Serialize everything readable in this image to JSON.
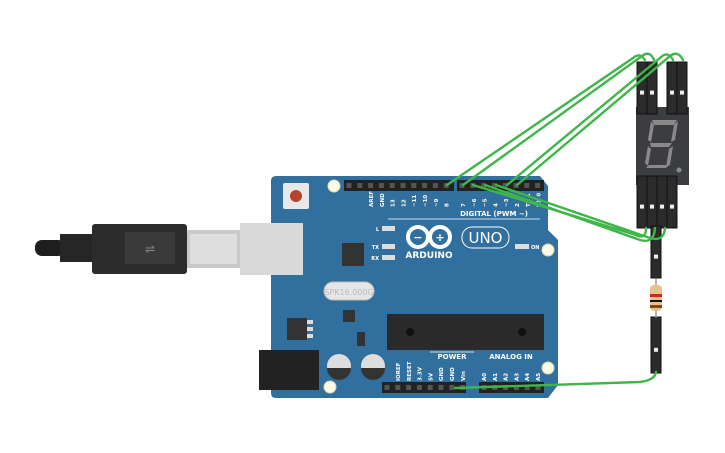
{
  "board": {
    "brand": "ARDUINO",
    "model": "UNO",
    "crystal": "SPK16.000G",
    "digital_header_label": "DIGITAL (PWM ~)",
    "power_label": "POWER",
    "analog_label": "ANALOG IN",
    "on_label": "ON",
    "led_labels": [
      "L",
      "TX",
      "RX"
    ],
    "digital_pins_left": [
      "AREF",
      "GND",
      "13",
      "12",
      "~11",
      "~10",
      "~9",
      "8"
    ],
    "digital_pins_right": [
      "7",
      "~6",
      "~5",
      "4",
      "~3",
      "2",
      "TX 1",
      "RX 0"
    ],
    "power_pins": [
      "IOREF",
      "RESET",
      "3.3V",
      "5V",
      "GND",
      "GND",
      "Vin"
    ],
    "analog_pins": [
      "A0",
      "A1",
      "A2",
      "A3",
      "A4",
      "A5"
    ],
    "color": "#31709e"
  },
  "components": {
    "resistor_bands": [
      "#e02020",
      "#111111",
      "#8b4513"
    ],
    "wire_color": "#3fb54a"
  }
}
